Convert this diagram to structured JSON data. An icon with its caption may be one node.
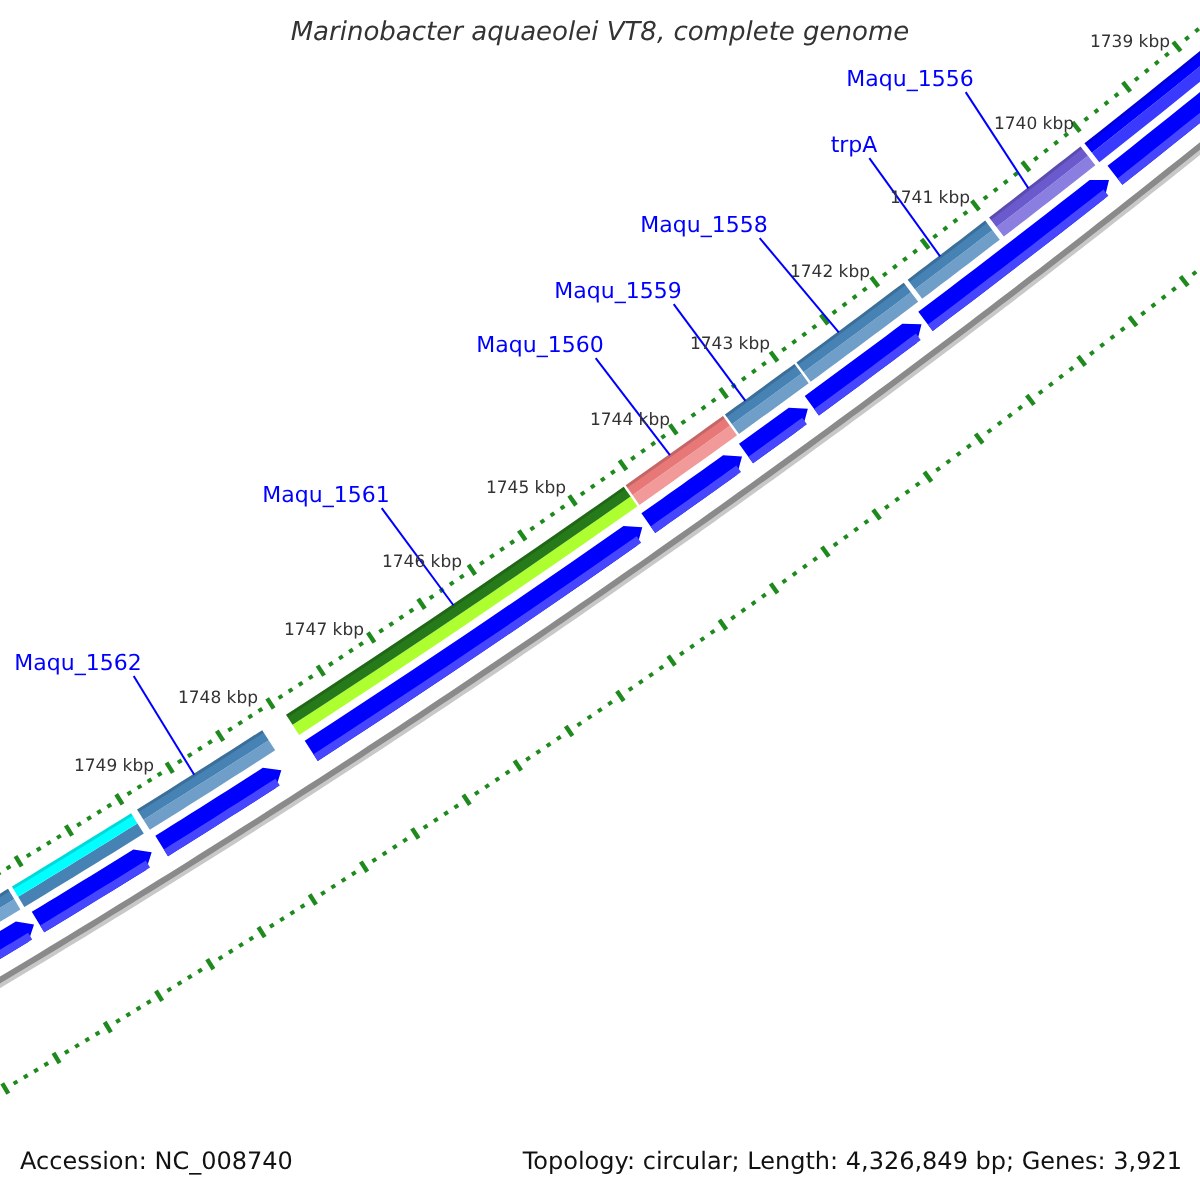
{
  "diagram": {
    "title": "Marinobacter aquaeolei VT8, complete genome",
    "nodes": [
      {
        "text": [
          "Maqu_1556"
        ]
      },
      {
        "text": [
          "trpA"
        ]
      },
      {
        "text": [
          "Maqu_1558"
        ]
      },
      {
        "text": [
          "Maqu_1559"
        ]
      },
      {
        "text": [
          "Maqu_1560"
        ]
      },
      {
        "text": [
          "Maqu_1561"
        ]
      },
      {
        "text": [
          "Maqu_1562"
        ]
      },
      {
        "text": [],
        "shape": "bar"
      },
      {
        "text": [],
        "shape": "bar"
      },
      {
        "text": [],
        "shape": "bar"
      },
      {
        "text": [],
        "shape": "bar"
      },
      {
        "text": [],
        "shape": "bar"
      },
      {
        "text": [],
        "shape": "bar"
      },
      {
        "text": [],
        "shape": "bar"
      }
    ],
    "edges": [
      {
        "from": 0,
        "to": 13,
        "arrow": "none"
      },
      {
        "from": 1,
        "to": 12,
        "arrow": "none"
      },
      {
        "from": 2,
        "to": 11,
        "arrow": "none"
      },
      {
        "from": 3,
        "to": 10,
        "arrow": "none"
      },
      {
        "from": 4,
        "to": 9,
        "arrow": "none"
      },
      {
        "from": 5,
        "to": 8,
        "arrow": "none"
      },
      {
        "from": 6,
        "to": 7,
        "arrow": "none"
      }
    ],
    "labels": [
      "1739 kbp",
      "1740 kbp",
      "1741 kbp",
      "1742 kbp",
      "1743 kbp",
      "1744 kbp",
      "1745 kbp",
      "1746 kbp",
      "1747 kbp",
      "1748 kbp",
      "1749 kbp",
      "Accession: NC_008740",
      "Topology: circular; Length: 4,326,849 bp; Genes: 3,921"
    ]
  }
}
